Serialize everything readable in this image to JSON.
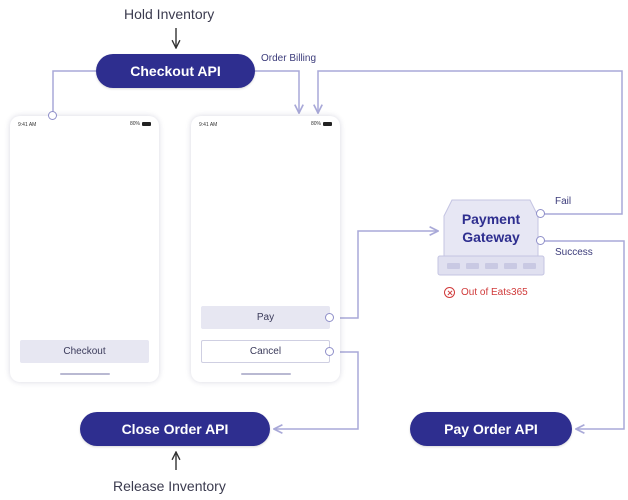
{
  "labels": {
    "hold_inventory": "Hold Inventory",
    "release_inventory": "Release Inventory",
    "order_billing": "Order Billing",
    "fail": "Fail",
    "success": "Success"
  },
  "nodes": {
    "checkout_api": "Checkout API",
    "close_order_api": "Close Order API",
    "pay_order_api": "Pay Order API",
    "payment_gateway": "Payment Gateway",
    "error_text": "Out of Eats365"
  },
  "phone_left": {
    "time": "9:41 AM",
    "battery": "80%",
    "checkout_button": "Checkout"
  },
  "phone_right": {
    "time": "9:41 AM",
    "battery": "80%",
    "pay_button": "Pay",
    "cancel_button": "Cancel"
  },
  "colors": {
    "primary": "#2e2e8f",
    "connector": "#a9a9d8",
    "error": "#d03a3a",
    "button_fill": "#e7e7f2"
  }
}
